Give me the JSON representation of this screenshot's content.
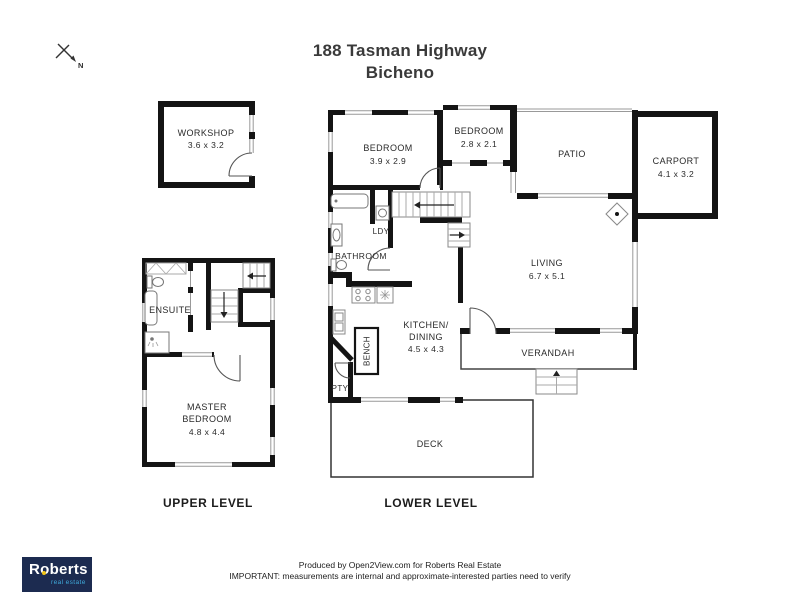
{
  "title": {
    "line1": "188 Tasman Highway",
    "line2": "Bicheno"
  },
  "compass": {
    "north_label": "N"
  },
  "upper_level": {
    "section_label": "UPPER LEVEL",
    "rooms": {
      "workshop": {
        "name": "WORKSHOP",
        "dims": "3.6 x 3.2"
      },
      "ensuite": {
        "name": "ENSUITE"
      },
      "master_bedroom": {
        "line1": "MASTER",
        "line2": "BEDROOM",
        "dims": "4.8 x 4.4"
      }
    }
  },
  "lower_level": {
    "section_label": "LOWER LEVEL",
    "rooms": {
      "bedroom1": {
        "name": "BEDROOM",
        "dims": "3.9 x 2.9"
      },
      "bedroom2": {
        "name": "BEDROOM",
        "dims": "2.8 x 2.1"
      },
      "patio": {
        "name": "PATIO"
      },
      "carport": {
        "name": "CARPORT",
        "dims": "4.1 x 3.2"
      },
      "living": {
        "name": "LIVING",
        "dims": "6.7 x 5.1"
      },
      "verandah": {
        "name": "VERANDAH"
      },
      "bathroom": {
        "name": "BATHROOM"
      },
      "laundry": {
        "name": "LDY"
      },
      "kitchen_dining": {
        "line1": "KITCHEN/",
        "line2": "DINING",
        "dims": "4.5 x 4.3"
      },
      "bench": {
        "name": "BENCH"
      },
      "pantry": {
        "name": "PTY"
      },
      "deck": {
        "name": "DECK"
      }
    }
  },
  "footer": {
    "logo": {
      "brand": "Roberts",
      "tagline": "real estate"
    },
    "credit_line": "Produced by Open2View.com for Roberts Real Estate",
    "disclaimer_line": "IMPORTANT: measurements are internal and approximate-interested parties need to verify"
  },
  "colors": {
    "wall": "#141414",
    "logo_bg": "#1c2b50",
    "logo_dot": "#f0c419",
    "logo_tagline": "#3fa9d9"
  }
}
